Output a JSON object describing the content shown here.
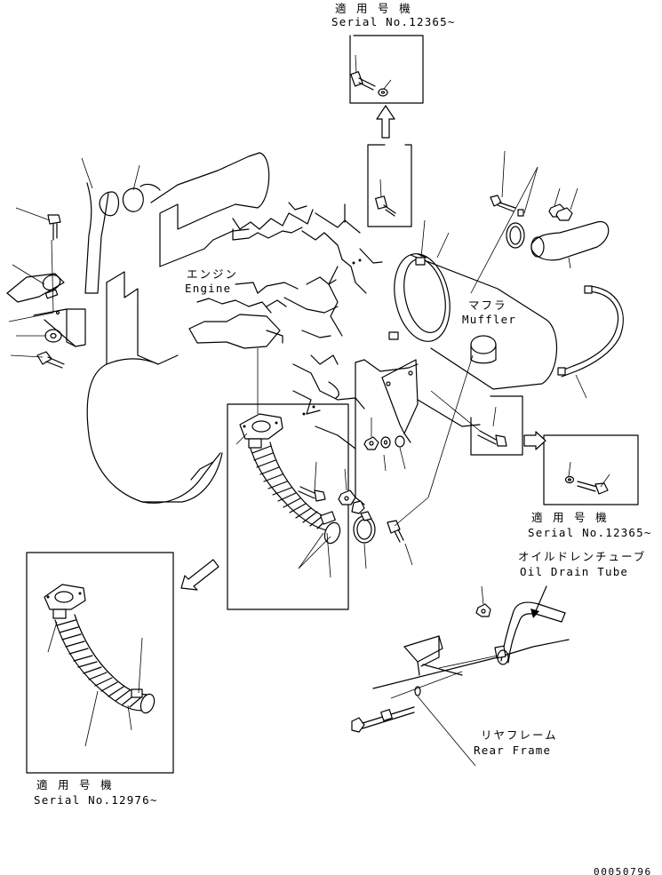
{
  "labels": {
    "engine_jp": "エンジン",
    "engine_en": "Engine",
    "muffler_jp": "マフラ",
    "muffler_en": "Muffler",
    "oil_drain_tube_jp": "オイルドレンチューブ",
    "oil_drain_tube_en": "Oil Drain Tube",
    "rear_frame_jp": "リヤフレーム",
    "rear_frame_en": "Rear Frame"
  },
  "serial_callouts": {
    "top": {
      "jp": "適 用 号 機",
      "en": "Serial No.12365~"
    },
    "right": {
      "jp": "適 用 号 機",
      "en": "Serial No.12365~"
    },
    "bottom_left": {
      "jp": "適 用 号 機",
      "en": "Serial No.12976~"
    }
  },
  "drawing_code": "00050796"
}
